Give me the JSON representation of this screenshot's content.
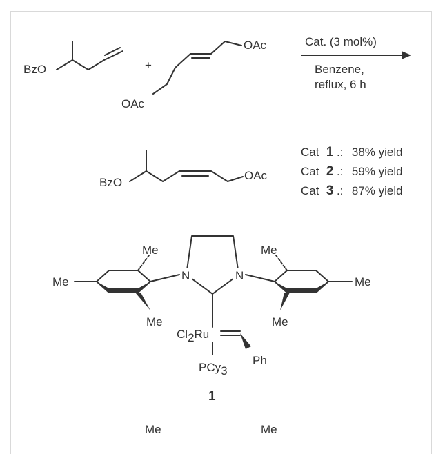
{
  "reaction": {
    "reactant1": {
      "substituent": "BzO"
    },
    "plus": "+",
    "reactant2": {
      "group_top": "OAc",
      "group_bottom": "OAc"
    },
    "conditions": {
      "catalyst": "Cat. (3 mol%)",
      "solvent": "Benzene,",
      "temp_time": "reflux, 6 h"
    },
    "product": {
      "left": "BzO",
      "right": "OAc"
    }
  },
  "yields": [
    {
      "cat_label": "Cat",
      "cat_num": "1",
      "sep": ".:",
      "yield": "38% yield"
    },
    {
      "cat_label": "Cat",
      "cat_num": "2",
      "sep": ".:",
      "yield": "59% yield"
    },
    {
      "cat_label": "Cat",
      "cat_num": "3",
      "sep": ".:",
      "yield": "87% yield"
    }
  ],
  "catalyst": {
    "me_top_left": "Me",
    "me_left": "Me",
    "me_bottom_left": "Me",
    "n_left": "N",
    "n_right": "N",
    "me_top_right": "Me",
    "me_right": "Me",
    "me_bottom_right": "Me",
    "ru_label": "Cl",
    "ru_sub": "2",
    "ru_metal": "Ru",
    "ph": "Ph",
    "pcy": "PCy",
    "pcy_sub": "3",
    "number": "1"
  },
  "partial": {
    "me1": "Me",
    "me2": "Me"
  }
}
